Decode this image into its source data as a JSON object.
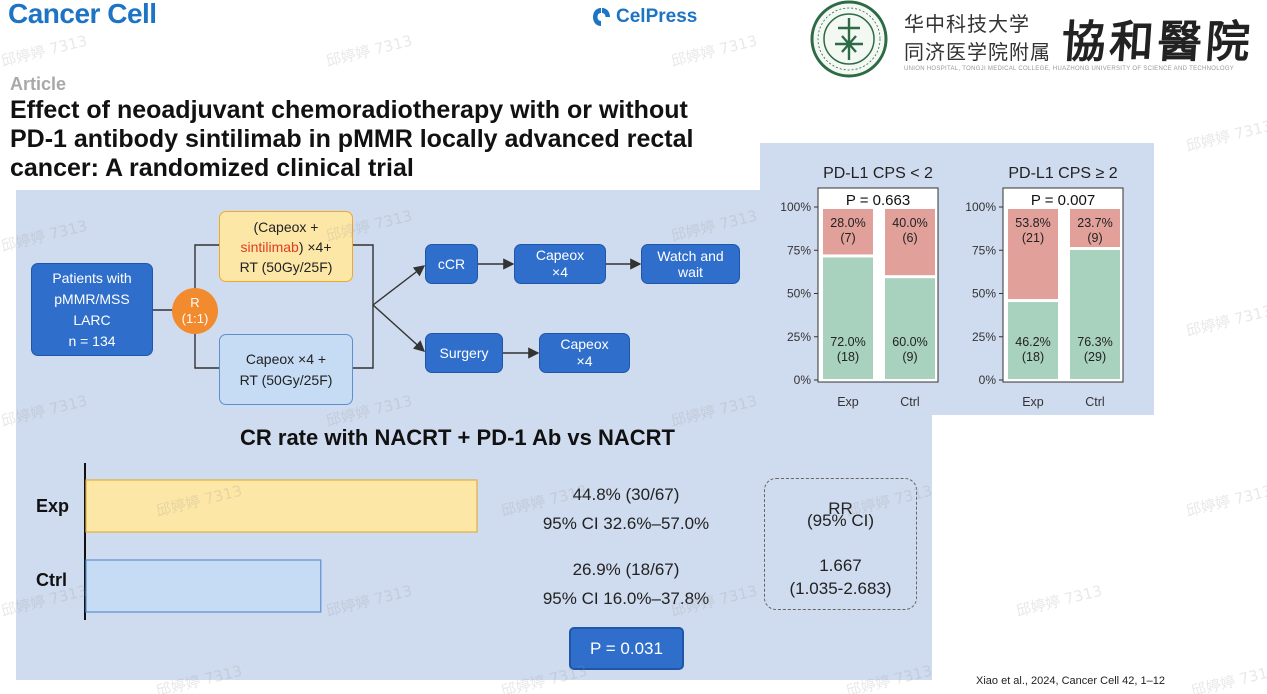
{
  "header": {
    "journal": "Cancer Cell",
    "publisher": "CelPress",
    "hospital_line1": "华中科技大学",
    "hospital_line2": "同济医学院附属",
    "hospital_name": "協和醫院",
    "hospital_en": "UNION HOSPITAL, TONGJI MEDICAL COLLEGE, HUAZHONG UNIVERSITY OF SCIENCE AND TECHNOLOGY",
    "seal_text": "WUHAN UNION HOSPITAL OF CHINA"
  },
  "article": {
    "label": "Article",
    "title": "Effect of neoadjuvant chemoradiotherapy with or without PD-1 antibody sintilimab in pMMR locally advanced rectal cancer: A randomized clinical trial"
  },
  "flow": {
    "patients": [
      "Patients with",
      "pMMR/MSS",
      "LARC",
      "n = 134"
    ],
    "randomize": [
      "R",
      "(1:1)"
    ],
    "exp_arm": {
      "line1": "(Capeox +",
      "drug": "sintilimab",
      "line2_rest": ") ×4+",
      "line3": "RT (50Gy/25F)"
    },
    "ctrl_arm": {
      "line1": "Capeox ×4 +",
      "line2": "RT (50Gy/25F)"
    },
    "ccr": "cCR",
    "capeox1": [
      "Capeox",
      "×4"
    ],
    "watch": [
      "Watch and",
      "wait"
    ],
    "surgery": "Surgery",
    "capeox2": [
      "Capeox",
      "×4"
    ]
  },
  "cr_section": {
    "title": "CR rate with NACRT + PD-1 Ab vs NACRT",
    "exp_label": "Exp",
    "ctrl_label": "Ctrl",
    "exp_rate": "44.8% (30/67)",
    "exp_ci": "95% CI 32.6%–57.0%",
    "ctrl_rate": "26.9% (18/67)",
    "ctrl_ci": "95% CI 16.0%–37.8%",
    "rr_label": "RR",
    "rr_ci_label": "(95% CI)",
    "rr_value": "1.667",
    "rr_range": "(1.035-2.683)",
    "p_value": "P = 0.031"
  },
  "chart_data": [
    {
      "type": "bar",
      "title": "CR rate with NACRT + PD-1 Ab vs NACRT",
      "orientation": "horizontal",
      "categories": [
        "Exp",
        "Ctrl"
      ],
      "values": [
        44.8,
        26.9
      ],
      "ylim": [
        0,
        50
      ],
      "colors": [
        "#fde7a7",
        "#c6dcf4"
      ]
    },
    {
      "type": "bar",
      "stacked": true,
      "title": "PD-L1 CPS < 2",
      "p_value": "P = 0.663",
      "categories": [
        "Exp",
        "Ctrl"
      ],
      "yticks": [
        "0%",
        "25%",
        "50%",
        "75%",
        "100%"
      ],
      "ylim": [
        0,
        100
      ],
      "series": [
        {
          "values": [
            72.0,
            60.0
          ],
          "labels": [
            "72.0%",
            "60.0%"
          ],
          "counts": [
            "(18)",
            "(9)"
          ],
          "color": "#a8d1be"
        },
        {
          "values": [
            28.0,
            40.0
          ],
          "labels": [
            "28.0%",
            "40.0%"
          ],
          "counts": [
            "(7)",
            "(6)"
          ],
          "color": "#e1a09a"
        }
      ]
    },
    {
      "type": "bar",
      "stacked": true,
      "title": "PD-L1 CPS ≥ 2",
      "p_value": "P = 0.007",
      "categories": [
        "Exp",
        "Ctrl"
      ],
      "yticks": [
        "0%",
        "25%",
        "50%",
        "75%",
        "100%"
      ],
      "ylim": [
        0,
        100
      ],
      "series": [
        {
          "values": [
            46.2,
            76.3
          ],
          "labels": [
            "46.2%",
            "76.3%"
          ],
          "counts": [
            "(18)",
            "(29)"
          ],
          "color": "#a8d1be"
        },
        {
          "values": [
            53.8,
            23.7
          ],
          "labels": [
            "53.8%",
            "23.7%"
          ],
          "counts": [
            "(21)",
            "(9)"
          ],
          "color": "#e1a09a"
        }
      ]
    }
  ],
  "citation": "Xiao et al., 2024, Cancer Cell 42, 1–12",
  "watermark": "邱婷婷 7313"
}
